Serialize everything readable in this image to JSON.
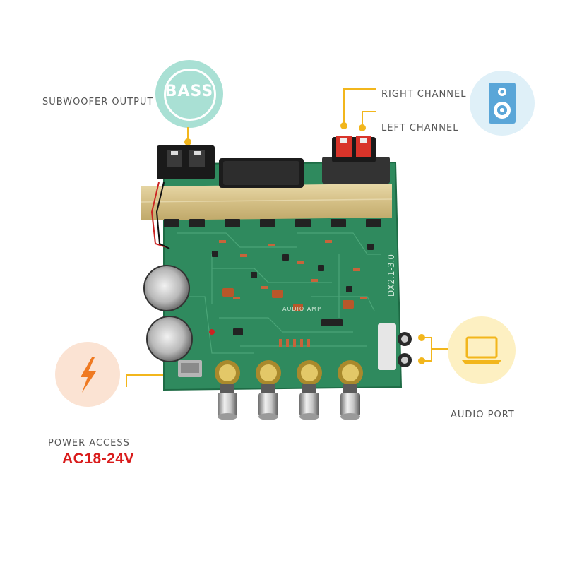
{
  "colors": {
    "accent_yellow": "#f2b61c",
    "voltage_red": "#d91b1b",
    "bass_teal": "#a9e0d4",
    "power_peach": "#fbe3d3",
    "power_bolt": "#ef7a22",
    "audio_yellow": "#fdf0c2",
    "speaker_blue": "#5aa6d8",
    "board_green": "#2f8a5e",
    "heatsink_gold": "#d9c58c"
  },
  "labels": {
    "subwoofer_output": "SUBWOOFER OUTPUT",
    "right_channel": "RIGHT CHANNEL",
    "left_channel": "LEFT CHANNEL",
    "audio_port": "AUDIO PORT",
    "power_access": "POWER ACCESS",
    "voltage": "AC18-24V"
  },
  "badges": {
    "bass": "BASS"
  },
  "icons": {
    "bass": "bass-badge-icon",
    "speaker": "speaker-icon",
    "laptop": "laptop-icon",
    "power": "lightning-bolt-icon"
  },
  "board": {
    "silkscreen_model": "DX2.1-3.0",
    "silkscreen_text": "AUDIO AMP"
  }
}
